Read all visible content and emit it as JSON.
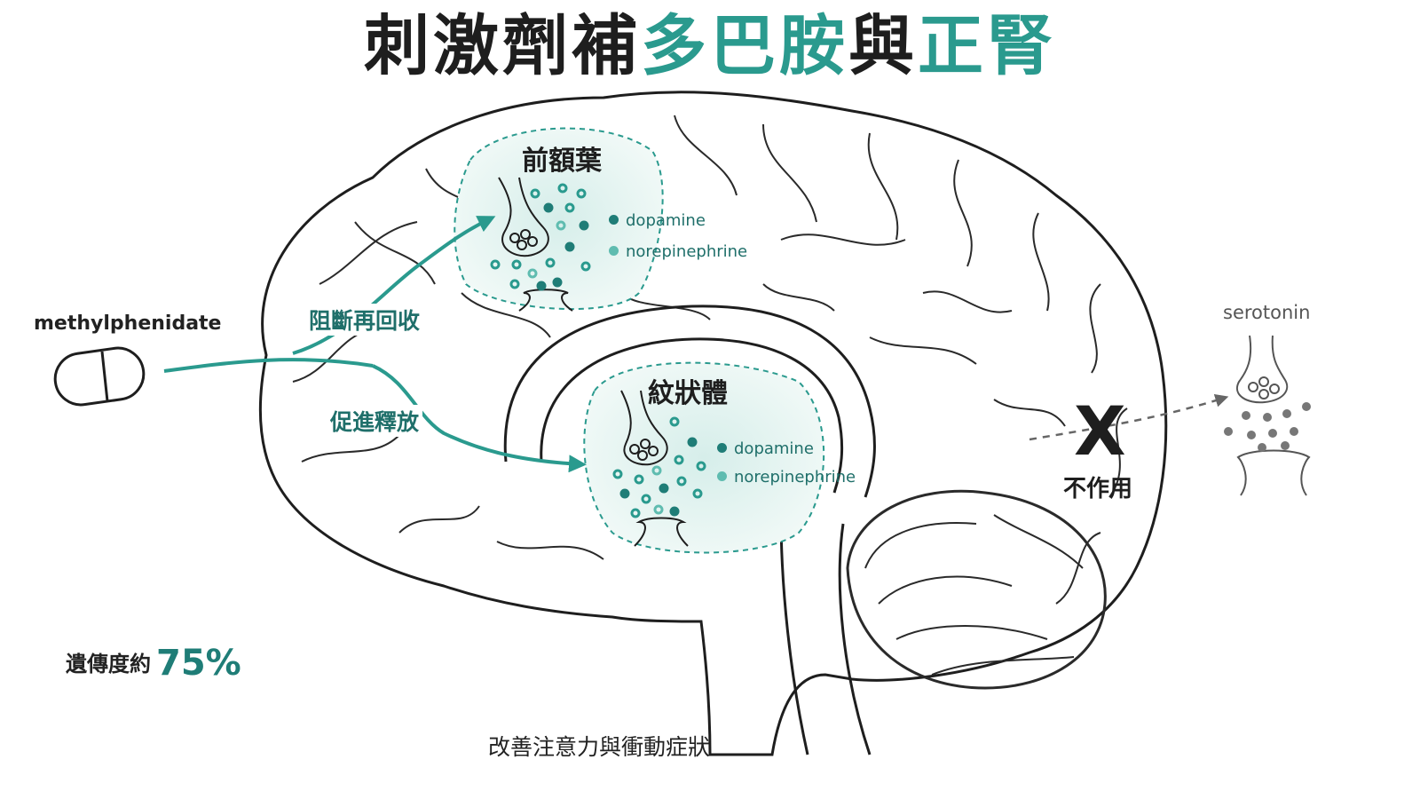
{
  "title": {
    "part1": "刺激劑補",
    "part2": "多巴胺",
    "part3": "與",
    "part4": "正腎"
  },
  "drug": {
    "name": "methylphenidate",
    "icon": "capsule-icon"
  },
  "regions": [
    {
      "id": "prefrontal",
      "name": "前額葉",
      "chemicals": [
        {
          "label": "dopamine",
          "color": "#1f7d77"
        },
        {
          "label": "norepinephrine",
          "color": "#5fbcb0"
        }
      ]
    },
    {
      "id": "striatum",
      "name": "紋狀體",
      "chemicals": [
        {
          "label": "dopamine",
          "color": "#1f7d77"
        },
        {
          "label": "norepinephrine",
          "color": "#5fbcb0"
        }
      ]
    }
  ],
  "mechanisms": {
    "block_reuptake": "阻斷再回收",
    "promote_release": "促進釋放"
  },
  "serotonin": {
    "label": "serotonin",
    "status": "不作用",
    "mark": "X"
  },
  "heritability": {
    "label": "遺傳度約",
    "value": "75%"
  },
  "footer": "改善注意力與衝動症狀",
  "colors": {
    "teal_dark": "#1f7d77",
    "teal_light": "#5fbcb0",
    "region_fill": "#e6f4f1",
    "outline": "#1e1e1e",
    "gray": "#555555"
  }
}
